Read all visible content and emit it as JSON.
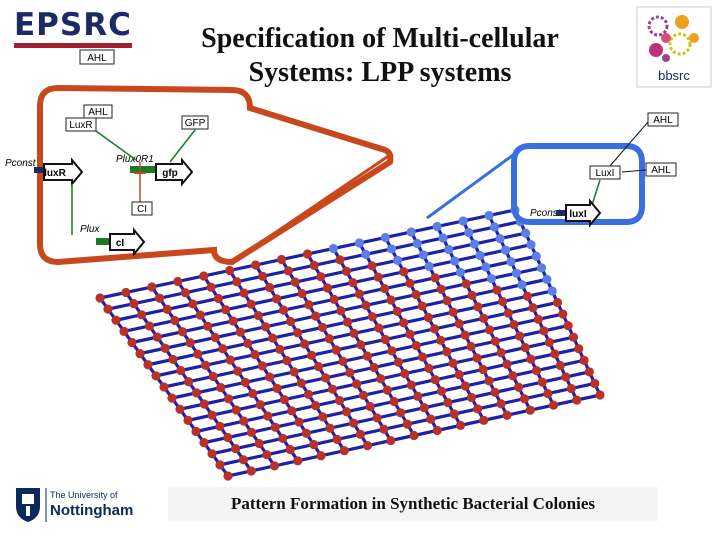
{
  "title_line1": "Specification of Multi-cellular",
  "title_line2": "Systems: LPP systems",
  "logos": {
    "epsrc": "EPSRC",
    "bbsrc": "bbsrc",
    "university_line1": "The University of",
    "university_line2": "Nottingham"
  },
  "left_cell": {
    "ahl_outside": "AHL",
    "ahl_inside": "AHL",
    "luxr_protein": "LuxR",
    "gfp_protein": "GFP",
    "pconst_promoter": "Pconst",
    "luxr_gene": "luxR",
    "plux_oR1_promoter": "Plux0R1",
    "gfp_gene": "gfp",
    "ci_protein": "CI",
    "plux_promoter": "Plux",
    "ci_gene": "cI"
  },
  "right_cell": {
    "ahl_top": "AHL",
    "ahl_side": "AHL",
    "luxi_protein": "LuxI",
    "pconst_promoter": "Pconst",
    "luxi_gene": "luxI"
  },
  "caption": "Pattern Formation in Synthetic Bacterial Colonies",
  "colors": {
    "red_cell_border": "#c8481b",
    "blue_cell_border": "#3a6fe0",
    "grid_line": "#1a22a8",
    "red_node": "#b8322a",
    "blue_node": "#5b7fe6",
    "epsrc_blue": "#1d2b64",
    "epsrc_red": "#a31f2e"
  }
}
